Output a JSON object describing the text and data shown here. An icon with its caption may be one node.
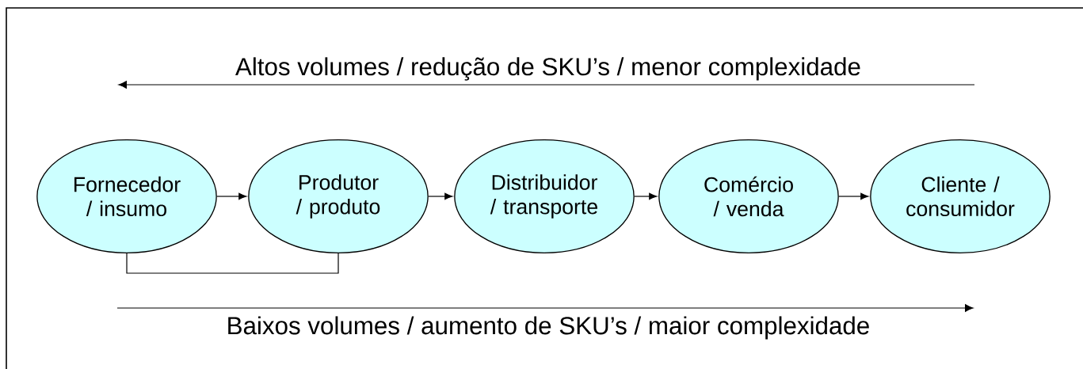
{
  "diagram": {
    "nodes": [
      {
        "text": [
          "Fornecedor / insumo"
        ]
      },
      {
        "text": [
          "Produtor / produto"
        ]
      },
      {
        "text": [
          "Distribuidor / transporte"
        ]
      },
      {
        "text": [
          "Comércio / venda"
        ]
      },
      {
        "text": [
          "Cliente / consumidor"
        ]
      }
    ],
    "edges": [
      {
        "from": 0,
        "to": 1,
        "arrow": "to"
      },
      {
        "from": 1,
        "to": 2,
        "arrow": "to"
      },
      {
        "from": 2,
        "to": 3,
        "arrow": "to"
      },
      {
        "from": 3,
        "to": 4,
        "arrow": "to"
      },
      {
        "from": 0,
        "to": 1,
        "arrow": "none"
      }
    ],
    "labels": [
      "Altos volumes / redução de SKU’s / menor complexidade",
      "Baixos volumes / aumento de SKU’s / maior complexidade"
    ]
  }
}
